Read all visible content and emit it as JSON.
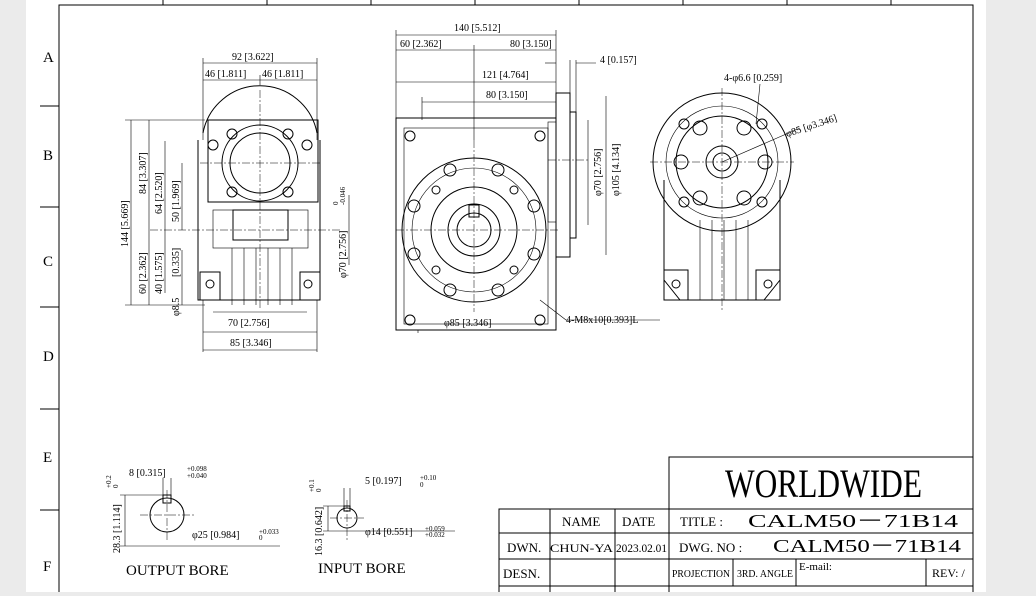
{
  "zones": [
    "A",
    "B",
    "C",
    "D",
    "E",
    "F"
  ],
  "side_view": {
    "dims": {
      "w92": "92 [3.622]",
      "w46a": "46 [1.811]",
      "w46b": "46 [1.811]",
      "w70": "70 [2.756]",
      "w85": "85 [3.346]",
      "h144": "144 [5.669]",
      "h84": "84 [3.307]",
      "h64": "64 [2.520]",
      "h50": "50 [1.969]",
      "h60": "60 [2.362]",
      "h40": "40 [1.575]",
      "h0335": "[0.335]",
      "h8_5": "φ8.5",
      "phi70": "φ70 [2.756]",
      "tol70_up": "0",
      "tol70_dn": "-0.046"
    }
  },
  "front_view": {
    "dims": {
      "w140": "140 [5.512]",
      "w60": "60 [2.362]",
      "w80a": "80 [3.150]",
      "w4": "4 [0.157]",
      "w121": "121 [4.764]",
      "w80b": "80 [3.150]",
      "phi70": "φ70 [2.756]",
      "phi105": "φ105 [4.134]",
      "phi85": "φ85 [3.346]",
      "thread": "4-M8x10[0.393]L"
    }
  },
  "rear_view": {
    "dims": {
      "holes": "4-φ6.6 [0.259]",
      "pcd": "φ85 [φ3.346]"
    }
  },
  "output_bore": {
    "label": "OUTPUT BORE",
    "key": "8 [0.315]",
    "key_tol_up": "+0.098",
    "key_tol_dn": "+0.040",
    "height": "28.3 [1.114]",
    "height_tol_up": "+0.2",
    "height_tol_dn": "0",
    "dia": "φ25 [0.984]",
    "dia_tol_up": "+0.033",
    "dia_tol_dn": "0"
  },
  "input_bore": {
    "label": "INPUT BORE",
    "key": "5 [0.197]",
    "key_tol_up": "+0.10",
    "key_tol_dn": "0",
    "height": "16.3 [0.642]",
    "height_tol_up": "+0.1",
    "height_tol_dn": "0",
    "dia": "φ14 [0.551]",
    "dia_tol_up": "+0.059",
    "dia_tol_dn": "+0.032"
  },
  "title_block": {
    "company": "WORLDWIDE",
    "name_header": "NAME",
    "date_header": "DATE",
    "dwn_label": "DWN.",
    "dwn_name": "CHUN-YA",
    "dwn_date": "2023.02.01",
    "desn_label": "DESN.",
    "title_label": "TITLE :",
    "title_value": "CALM50－71B14",
    "dwg_label": "DWG. NO :",
    "dwg_value": "CALM50－71B14",
    "projection": "PROJECTION",
    "angle": "3RD. ANGLE",
    "email": "E-mail:",
    "rev": "REV: /"
  }
}
